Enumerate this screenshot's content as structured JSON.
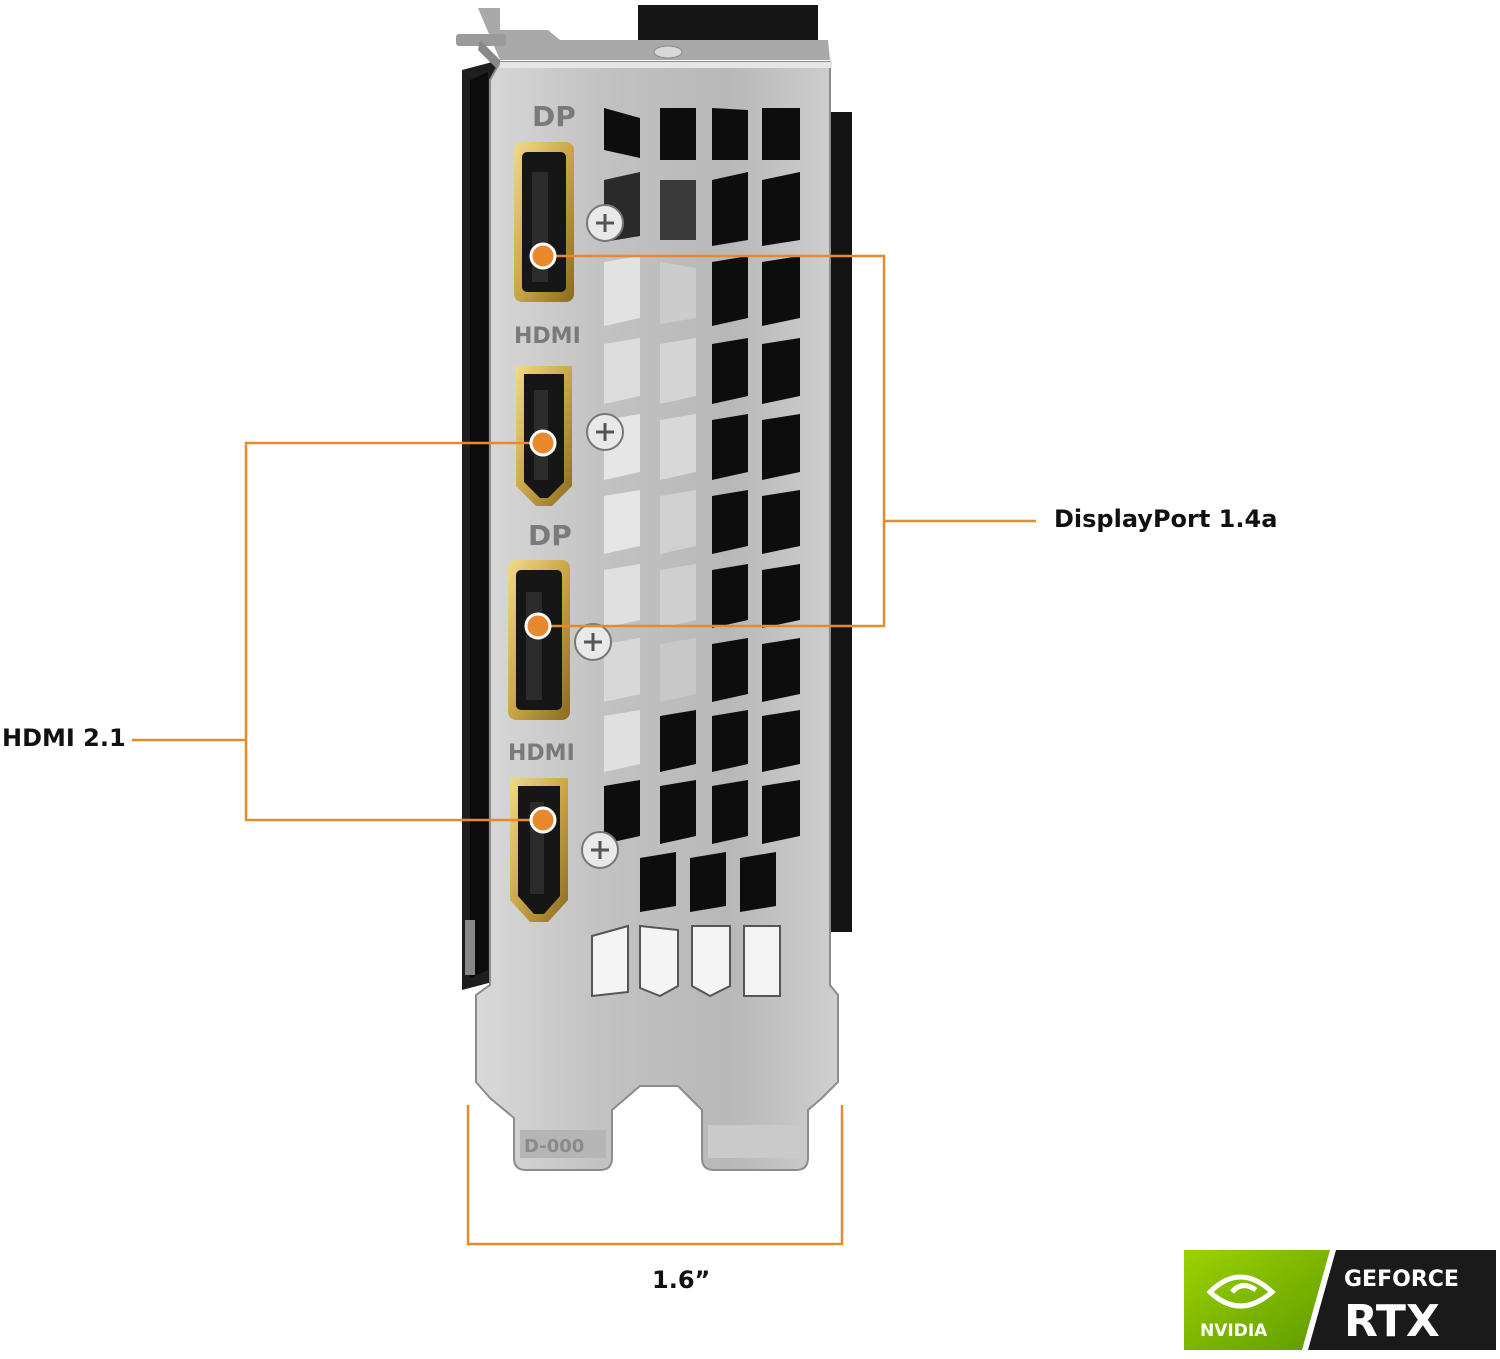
{
  "bracket": {
    "port_labels": [
      "DP",
      "HDMI",
      "DP",
      "HDMI"
    ],
    "part_code": "D-000"
  },
  "callouts": {
    "displayport_label": "DisplayPort 1.4a",
    "hdmi_label": "HDMI 2.1",
    "width_label": "1.6”"
  },
  "badge": {
    "brand": "NVIDIA",
    "line1": "GEFORCE",
    "line2": "RTX"
  },
  "colors": {
    "accent": "#E8892E",
    "nvidia_green": "#76B900",
    "badge_dark": "#1a1a1a"
  }
}
